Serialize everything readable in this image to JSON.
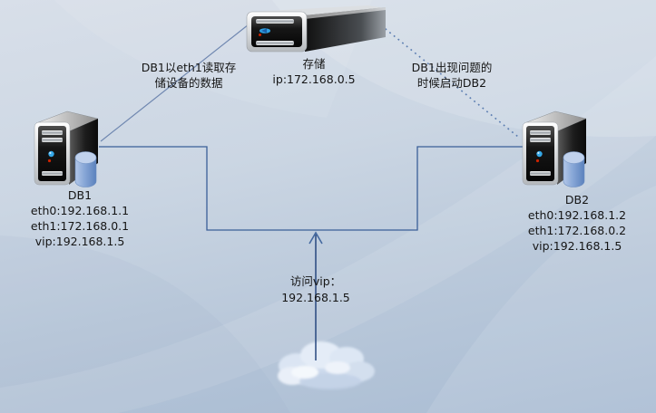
{
  "diagram_title": "DB1/DB2 storage failover network diagram",
  "nodes": {
    "storage": {
      "label": "存储",
      "ip": "ip:172.168.0.5",
      "icon": "storage-array-icon"
    },
    "db1": {
      "label": "DB1",
      "eth0": "eth0:192.168.1.1",
      "eth1": "eth1:172.168.0.1",
      "vip": "vip:192.168.1.5",
      "icon": "server-tower-database-icon"
    },
    "db2": {
      "label": "DB2",
      "eth0": "eth0:192.168.1.2",
      "eth1": "eth1:172.168.0.2",
      "vip": "vip:192.168.1.5",
      "icon": "server-tower-database-icon"
    },
    "client_cloud": {
      "icon": "cloud-icon"
    }
  },
  "annotations": {
    "db1_reads_storage": {
      "line1": "DB1以eth1读取存",
      "line2": "储设备的数据"
    },
    "failover": {
      "line1": "DB1出现问题的",
      "line2": "时候启动DB2"
    },
    "vip_access": {
      "line1": "访问vip：",
      "line2": "192.168.1.5"
    }
  },
  "edges": [
    {
      "from": "db1",
      "to": "storage",
      "style": "solid-diagonal"
    },
    {
      "from": "storage",
      "to": "db2",
      "style": "dotted-diagonal"
    },
    {
      "from": "db1",
      "to": "db2",
      "style": "solid-orthogonal"
    },
    {
      "from": "client_cloud",
      "to": "db1-db2-link",
      "style": "solid-arrow-up"
    }
  ],
  "colors": {
    "background_top": "#d8dfe9",
    "background_bottom": "#a9bcd3",
    "line_diagonal": "#6f87b0",
    "line_dotted": "#5a7cb0",
    "line_orthogonal": "#3a5f98",
    "line_arrow": "#27477e",
    "text": "#151515",
    "cylinder_blue": "#6d92cc",
    "led_blue": "#35a8e8",
    "led_red": "#cc2200"
  }
}
